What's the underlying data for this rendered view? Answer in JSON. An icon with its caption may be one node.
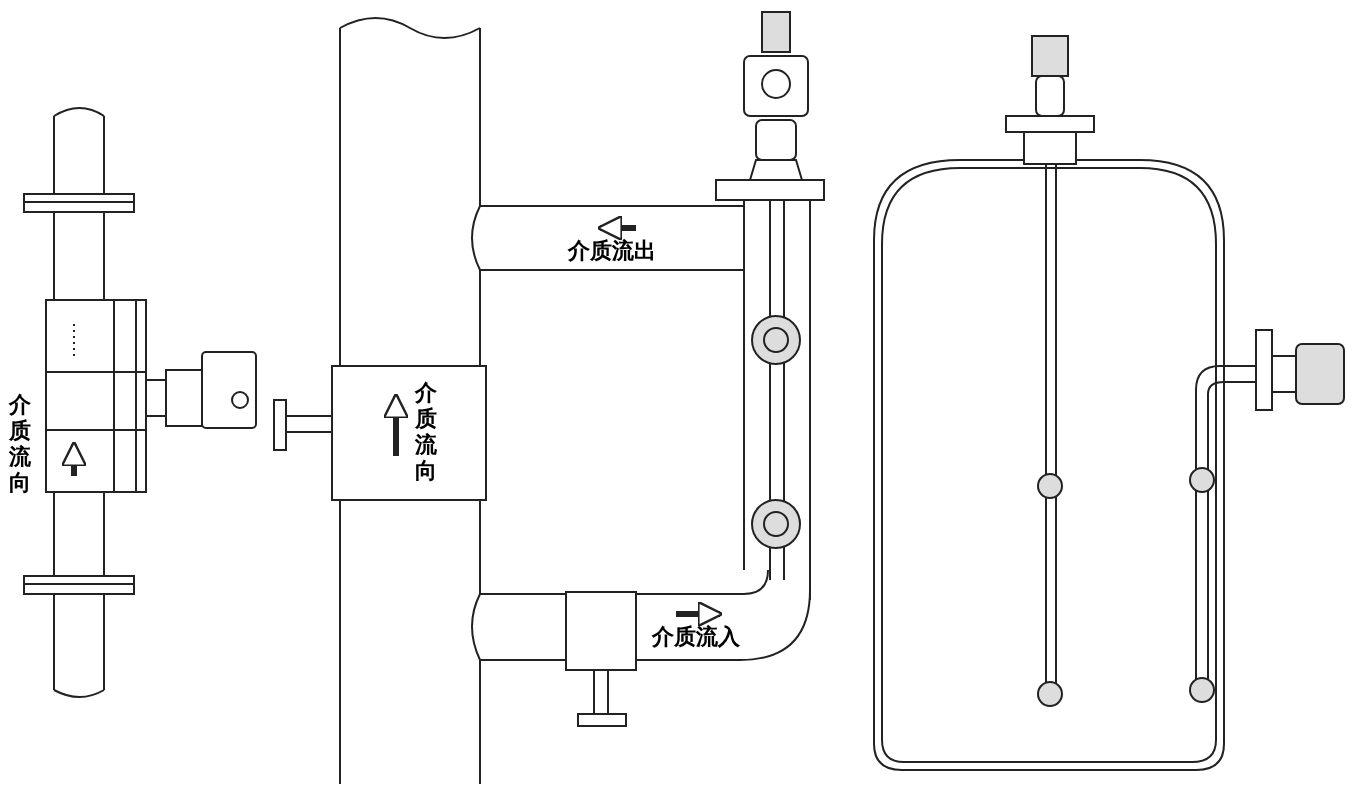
{
  "diagram": {
    "labels": [
      "介质流向",
      "介质流向",
      "介质流出",
      "介质流入"
    ]
  }
}
